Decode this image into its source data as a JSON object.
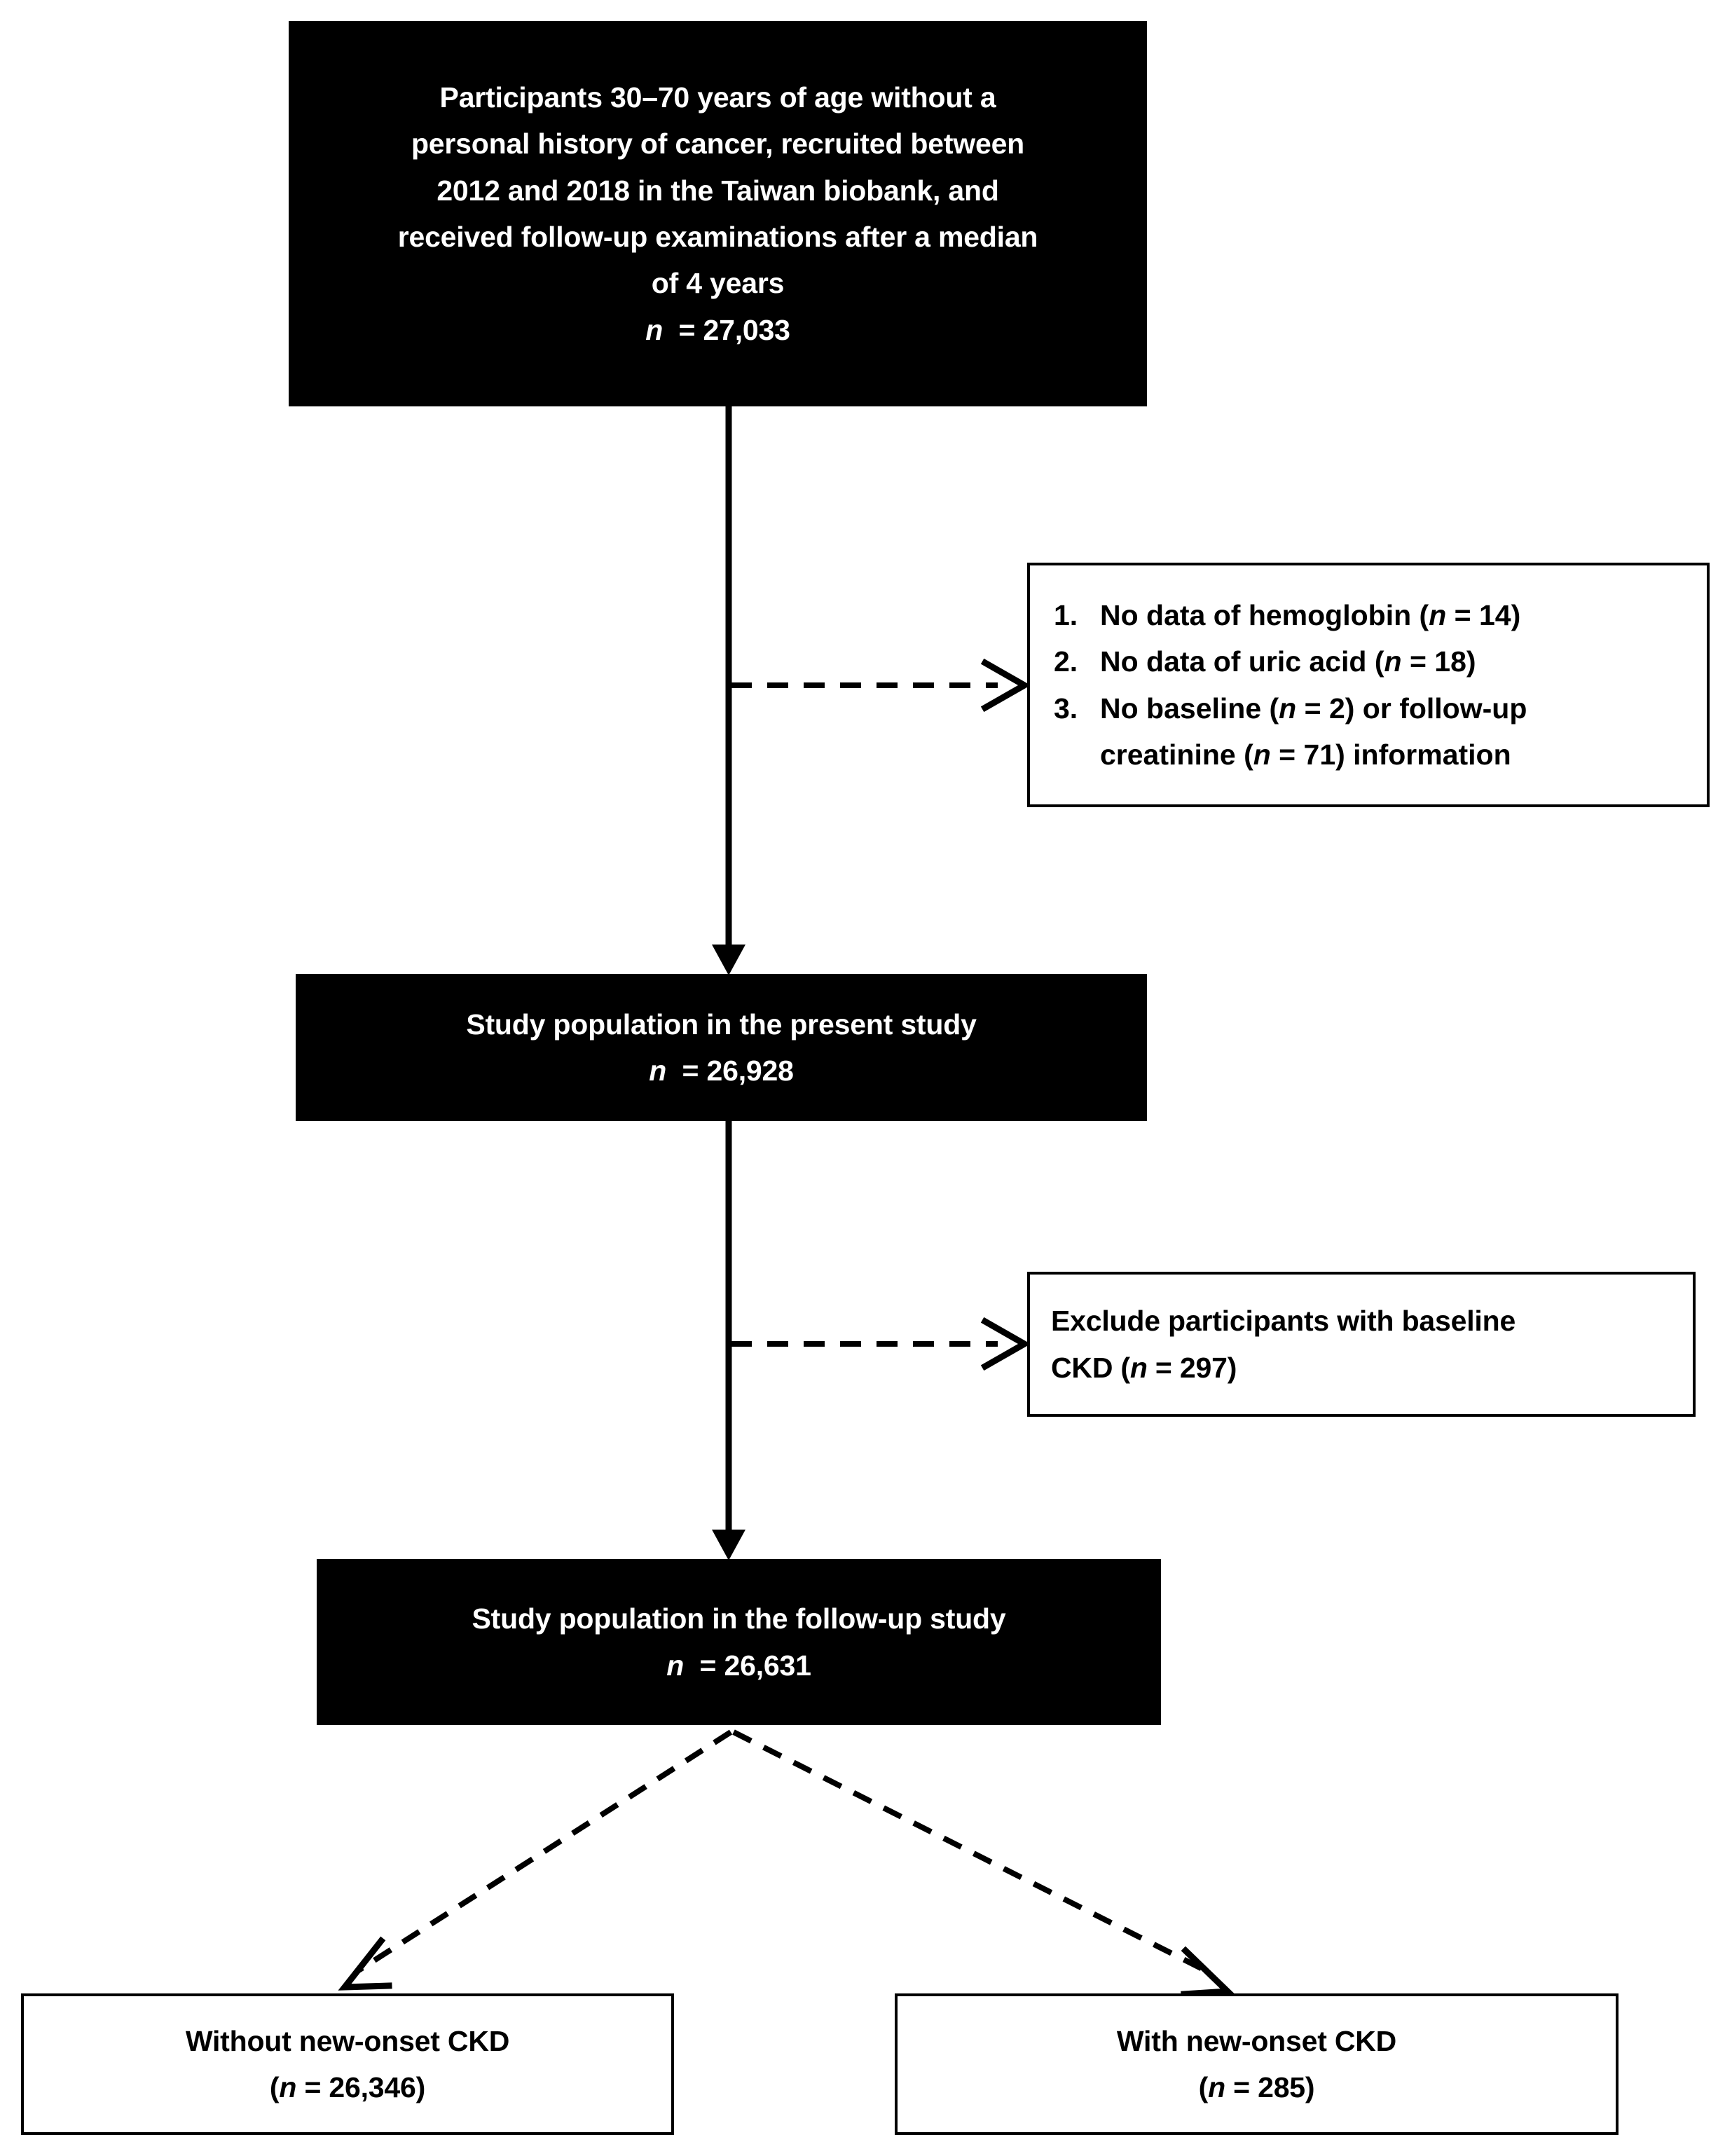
{
  "figure": {
    "type": "study-flow-diagram",
    "title": "Participant selection flow diagram",
    "colors": {
      "node_fill_primary": "#000000",
      "node_text_primary": "#ffffff",
      "node_fill_secondary": "#ffffff",
      "node_text_secondary": "#000000",
      "connector": "#000000"
    }
  },
  "nodes": {
    "source_cohort": {
      "style": "black",
      "lines": [
        "Participants 30–70 years of age without a",
        "personal history of cancer, recruited between",
        "2012 and 2018 in the Taiwan biobank, and",
        "received follow-up examinations after a median",
        "of 4 years"
      ],
      "count_label": "n = 27,033",
      "count_prefix": "n",
      "count_value": "27,033"
    },
    "study_population_present": {
      "style": "black",
      "lines": [
        "Study population in the present study"
      ],
      "count_label": "n = 26,928",
      "count_prefix": "n",
      "count_value": "26,928"
    },
    "study_population_followup": {
      "style": "black",
      "lines": [
        "Study population in the follow-up study"
      ],
      "count_label": "n = 26,631",
      "count_prefix": "n",
      "count_value": "26,631"
    },
    "without_ckd": {
      "style": "outline",
      "lines": [
        "Without new-onset CKD"
      ],
      "count_label": "(n = 26,346)",
      "count_prefix": "n",
      "count_value": "26,346"
    },
    "with_ckd": {
      "style": "outline",
      "lines": [
        "With new-onset CKD"
      ],
      "count_label": "(n = 285)",
      "count_prefix": "n",
      "count_value": "285"
    }
  },
  "exclusions": {
    "first": {
      "style": "outline",
      "items": [
        {
          "number": "1.",
          "line1": "No data of hemoglobin (n = 14)",
          "line2": "",
          "n_values": [
            "14"
          ]
        },
        {
          "number": "2.",
          "line1": "No data of uric acid (n = 18)",
          "line2": "",
          "n_values": [
            "18"
          ]
        },
        {
          "number": "3.",
          "line1": "No baseline (n = 2) or follow-up",
          "line2": "creatinine (n = 71) information",
          "n_values": [
            "2",
            "71"
          ]
        }
      ]
    },
    "second": {
      "style": "outline",
      "lines": [
        "Exclude participants with baseline",
        "CKD (n = 297)"
      ],
      "count_value": "297"
    }
  },
  "connectors": [
    {
      "name": "source-to-present",
      "from": "source_cohort",
      "to": "study_population_present",
      "style": "solid",
      "arrow": "filled-triangle",
      "direction": "down"
    },
    {
      "name": "present-to-exclusion-1",
      "from": "trunk",
      "to": "exclusion_first",
      "style": "dashed",
      "arrow": "open-v",
      "direction": "right"
    },
    {
      "name": "present-to-followup",
      "from": "study_population_present",
      "to": "study_population_followup",
      "style": "solid",
      "arrow": "filled-triangle",
      "direction": "down"
    },
    {
      "name": "followup-to-exclusion-2",
      "from": "trunk",
      "to": "exclusion_second",
      "style": "dashed",
      "arrow": "open-v",
      "direction": "right"
    },
    {
      "name": "followup-to-without-ckd",
      "from": "study_population_followup",
      "to": "without_ckd",
      "style": "dashed",
      "arrow": "open-v",
      "direction": "down-left"
    },
    {
      "name": "followup-to-with-ckd",
      "from": "study_population_followup",
      "to": "with_ckd",
      "style": "dashed",
      "arrow": "open-v",
      "direction": "down-right"
    }
  ]
}
